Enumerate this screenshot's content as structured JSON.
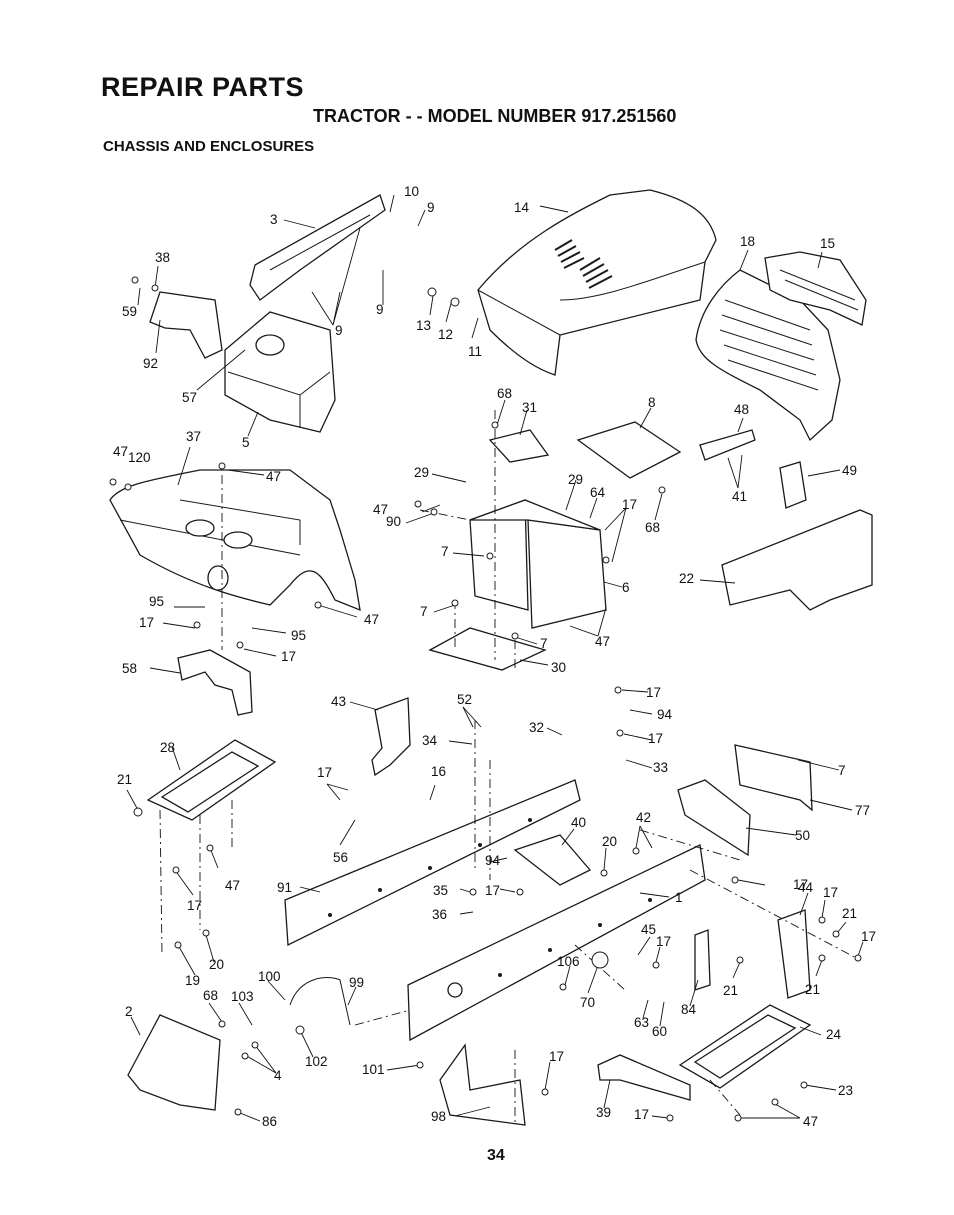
{
  "header": {
    "title": "REPAIR PARTS",
    "subtitle": "TRACTOR - - MODEL NUMBER 917.251560",
    "section": "CHASSIS AND ENCLOSURES"
  },
  "page_number": "34",
  "diagram": {
    "callouts": [
      "1",
      "2",
      "3",
      "4",
      "5",
      "6",
      "7",
      "8",
      "9",
      "10",
      "11",
      "12",
      "13",
      "14",
      "15",
      "16",
      "17",
      "18",
      "19",
      "20",
      "21",
      "22",
      "23",
      "24",
      "28",
      "29",
      "30",
      "31",
      "32",
      "33",
      "34",
      "35",
      "36",
      "37",
      "38",
      "39",
      "40",
      "41",
      "42",
      "43",
      "44",
      "45",
      "47",
      "48",
      "49",
      "50",
      "52",
      "56",
      "57",
      "58",
      "59",
      "60",
      "63",
      "64",
      "68",
      "70",
      "77",
      "84",
      "86",
      "90",
      "91",
      "92",
      "94",
      "95",
      "98",
      "99",
      "100",
      "101",
      "102",
      "103",
      "106",
      "120"
    ]
  }
}
